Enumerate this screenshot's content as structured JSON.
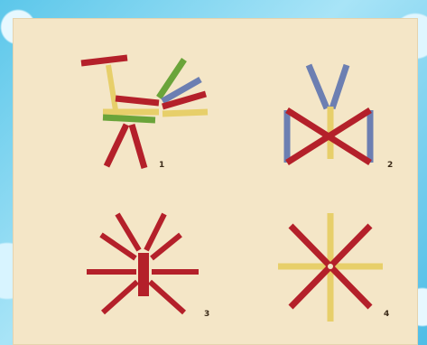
{
  "figures": [
    {
      "number": "1",
      "subject": "stick-bird"
    },
    {
      "number": "2",
      "subject": "stick-butterfly"
    },
    {
      "number": "3",
      "subject": "stick-sun"
    },
    {
      "number": "4",
      "subject": "stick-star"
    }
  ],
  "colors": {
    "red": "#b4202a",
    "yellow": "#e7cf6a",
    "blue": "#6c7fb2",
    "green": "#6aa43a",
    "paper": "#f4e6c7"
  }
}
